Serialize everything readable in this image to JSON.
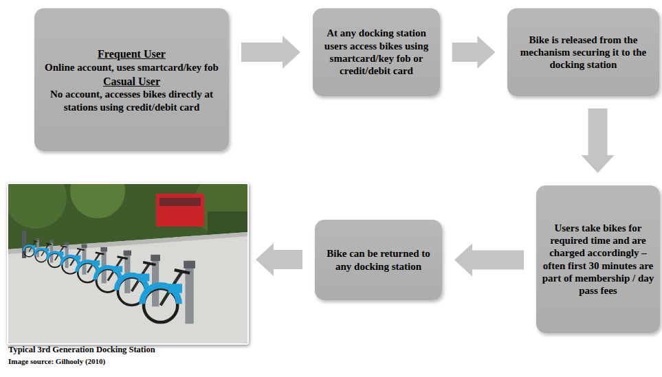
{
  "diagram": {
    "nodes": [
      {
        "text": [
          "Frequent User",
          "Online account, uses smartcard/key fob",
          "Casual User",
          "No account, accesses bikes directly at stations using credit/debit card"
        ]
      },
      {
        "text": [
          "At any docking station users access bikes using smartcard/key fob or credit/debit card"
        ]
      },
      {
        "text": [
          "Bike is released from the mechanism securing it to the docking station"
        ]
      },
      {
        "text": [
          "Users take bikes for required time and are charged accordingly – often first 30 minutes are part of membership / day pass fees"
        ]
      },
      {
        "text": [
          "Bike can be returned to any docking station"
        ]
      }
    ],
    "edges": [
      {
        "from": 0,
        "to": 1,
        "arrow": "to"
      },
      {
        "from": 1,
        "to": 2,
        "arrow": "to"
      },
      {
        "from": 2,
        "to": 3,
        "arrow": "to"
      },
      {
        "from": 3,
        "to": 4,
        "arrow": "to"
      }
    ],
    "labels": [
      "Typical 3rd Generation Docking Station",
      "Image source: Gilhooly (2010)"
    ]
  }
}
